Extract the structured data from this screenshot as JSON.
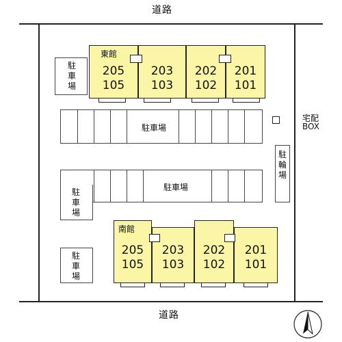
{
  "roads": {
    "north": "道路",
    "south": "道路"
  },
  "north_building": {
    "label": "東館",
    "units": [
      {
        "upper": "205",
        "lower": "105"
      },
      {
        "upper": "203",
        "lower": "103"
      },
      {
        "upper": "202",
        "lower": "102"
      },
      {
        "upper": "201",
        "lower": "101"
      }
    ]
  },
  "south_building": {
    "label": "南館",
    "units": [
      {
        "upper": "205",
        "lower": "105"
      },
      {
        "upper": "203",
        "lower": "103"
      },
      {
        "upper": "202",
        "lower": "102"
      },
      {
        "upper": "201",
        "lower": "101"
      }
    ]
  },
  "parking": {
    "west_top": [
      "駐",
      "車",
      "場"
    ],
    "middle_upper": "駐車場",
    "middle_lower": "駐車場",
    "west_middle": [
      "駐",
      "車",
      "場"
    ],
    "west_bottom": [
      "駐",
      "車",
      "場"
    ]
  },
  "bicycle_parking": [
    "駐",
    "輪",
    "場"
  ],
  "delivery_box": {
    "line1": "宅配",
    "line2": "BOX"
  },
  "north_arrow": {
    "icon": "north-arrow-icon"
  }
}
